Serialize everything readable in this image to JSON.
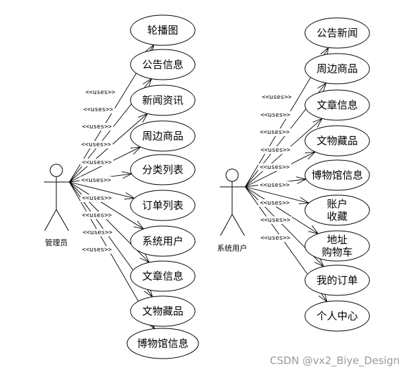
{
  "colors": {
    "line": "#000000",
    "background": "#ffffff",
    "watermark": "#9a9a9a"
  },
  "left": {
    "actor": "管理员",
    "relation_label": "<<uses>>",
    "use_cases": [
      {
        "lines": [
          "轮播图"
        ]
      },
      {
        "lines": [
          "公告信息"
        ]
      },
      {
        "lines": [
          "新闻资讯"
        ]
      },
      {
        "lines": [
          "周边商品"
        ]
      },
      {
        "lines": [
          "分类列表"
        ]
      },
      {
        "lines": [
          "订单列表"
        ]
      },
      {
        "lines": [
          "系统用户"
        ]
      },
      {
        "lines": [
          "文章信息"
        ]
      },
      {
        "lines": [
          "文物藏品"
        ]
      },
      {
        "lines": [
          "博物馆信息"
        ]
      }
    ]
  },
  "right": {
    "actor": "系统用户",
    "relation_label": "<<uses>>",
    "use_cases": [
      {
        "lines": [
          "公告新闻"
        ]
      },
      {
        "lines": [
          "周边商品"
        ]
      },
      {
        "lines": [
          "文章信息"
        ]
      },
      {
        "lines": [
          "文物藏品"
        ]
      },
      {
        "lines": [
          "博物馆信息"
        ]
      },
      {
        "lines": [
          "账户",
          "收藏"
        ]
      },
      {
        "lines": [
          "地址",
          "购物车"
        ]
      },
      {
        "lines": [
          "我的订单"
        ]
      },
      {
        "lines": [
          "个人中心"
        ]
      }
    ]
  },
  "watermark": "CSDN @vx2_Biye_Design"
}
